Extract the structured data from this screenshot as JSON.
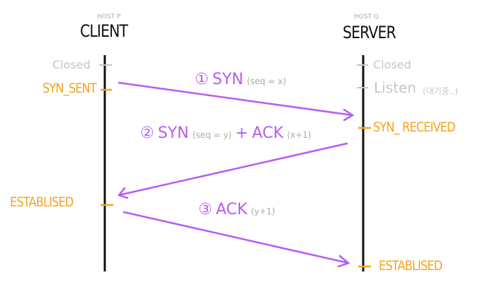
{
  "client": {
    "host": "HOST P",
    "title": "CLIENT",
    "states": [
      "Closed",
      "SYN_SENT",
      "ESTABLISED"
    ]
  },
  "server": {
    "host": "HOST Q",
    "title": "SERVER",
    "states": [
      "Closed",
      "Listen",
      "(대기중..)",
      "SYN_ RECEIVED",
      "ESTABLISED"
    ]
  },
  "messages": [
    {
      "step": "①",
      "label": "SYN",
      "param": "(seq = x)"
    },
    {
      "step": "②",
      "label": "SYN",
      "param": "(seq = y)",
      "plus": "+",
      "label2": "ACK",
      "param2": "(x+1)"
    },
    {
      "step": "③",
      "label": "ACK",
      "param": "(y+1)"
    }
  ],
  "colors": {
    "arrow": "#b65cf3",
    "state": "#f5a31c",
    "inactive": "#c6c6c6",
    "line": "#111111"
  }
}
